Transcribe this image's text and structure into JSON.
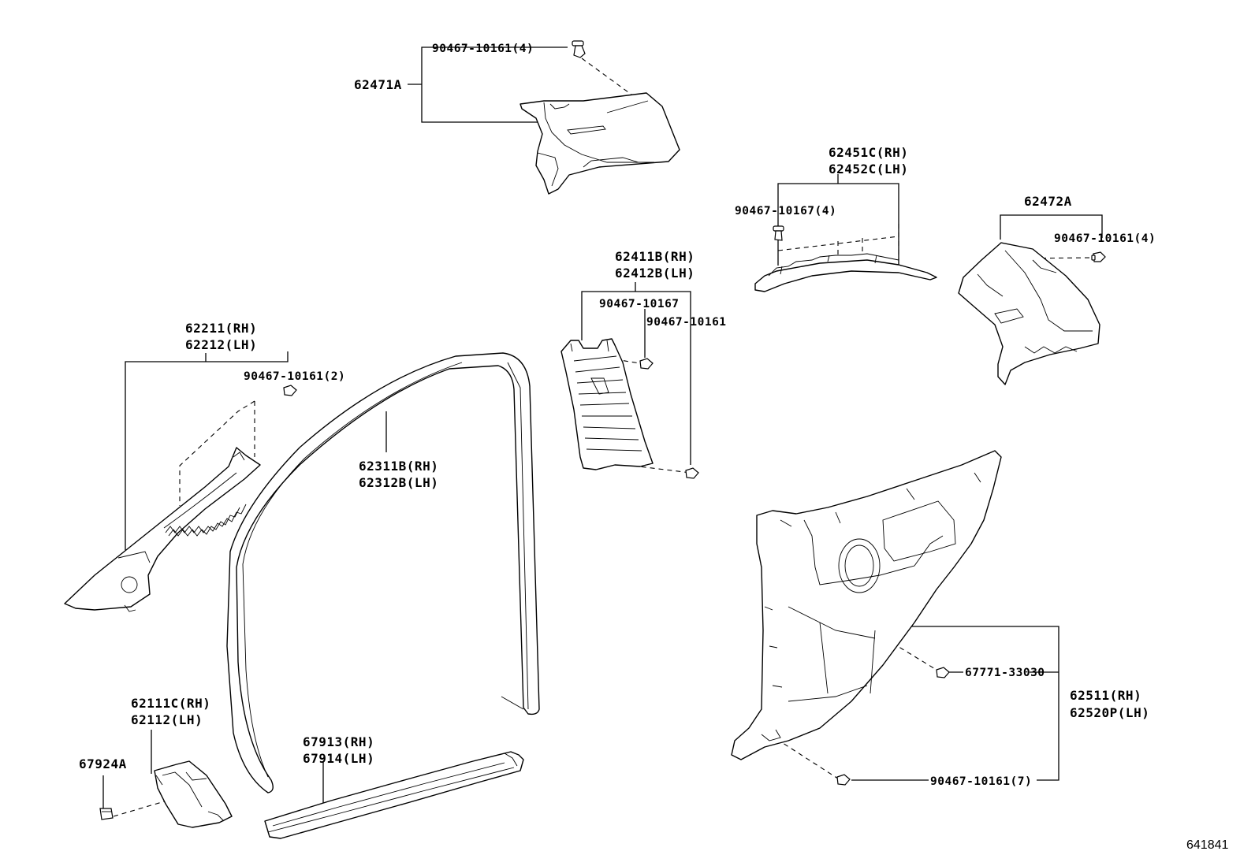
{
  "labels": {
    "p62471a": "62471A",
    "clip_top": "90467-10161(4)",
    "p62451c": "62451C(RH)",
    "p62452c": "62452C(LH)",
    "clip_10167_4": "90467-10167(4)",
    "p62472a": "62472A",
    "clip_right_4": "90467-10161(4)",
    "p62411b": "62411B(RH)",
    "p62412b": "62412B(LH)",
    "clip_10167": "90467-10167",
    "clip_10161": "90467-10161",
    "p62211": "62211(RH)",
    "p62212": "62212(LH)",
    "clip_2": "90467-10161(2)",
    "p62311b": "62311B(RH)",
    "p62312b": "62312B(LH)",
    "p67771": "67771-33030",
    "p62511": "62511(RH)",
    "p62520p": "62520P(LH)",
    "p62111c": "62111C(RH)",
    "p62112": "62112(LH)",
    "p67924a": "67924A",
    "p67913": "67913(RH)",
    "p67914": "67914(LH)",
    "clip_7": "90467-10161(7)",
    "ref": "641841"
  },
  "icons": [
    "clip-fastener-icon",
    "push-retainer-icon"
  ]
}
